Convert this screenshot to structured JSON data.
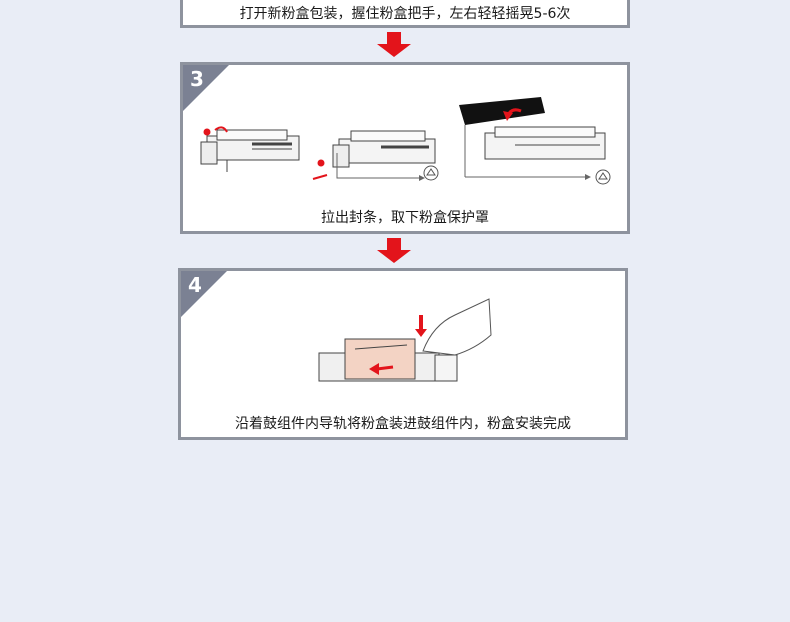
{
  "steps": [
    {
      "number": "",
      "caption": "打开新粉盒包装，握住粉盒把手，左右轻轻摇晃5-6次"
    },
    {
      "number": "3",
      "caption": "拉出封条，取下粉盒保护罩"
    },
    {
      "number": "4",
      "caption": "沿着鼓组件内导轨将粉盒装进鼓组件内，粉盒安装完成"
    }
  ],
  "colors": {
    "accent": "#e3141b",
    "frame": "#8e939e",
    "badge": "#7b8193",
    "background": "#e9edf6"
  },
  "icons": [
    "down-arrow-icon",
    "seal-tab-icon",
    "recycle-icon",
    "hand-icon"
  ]
}
